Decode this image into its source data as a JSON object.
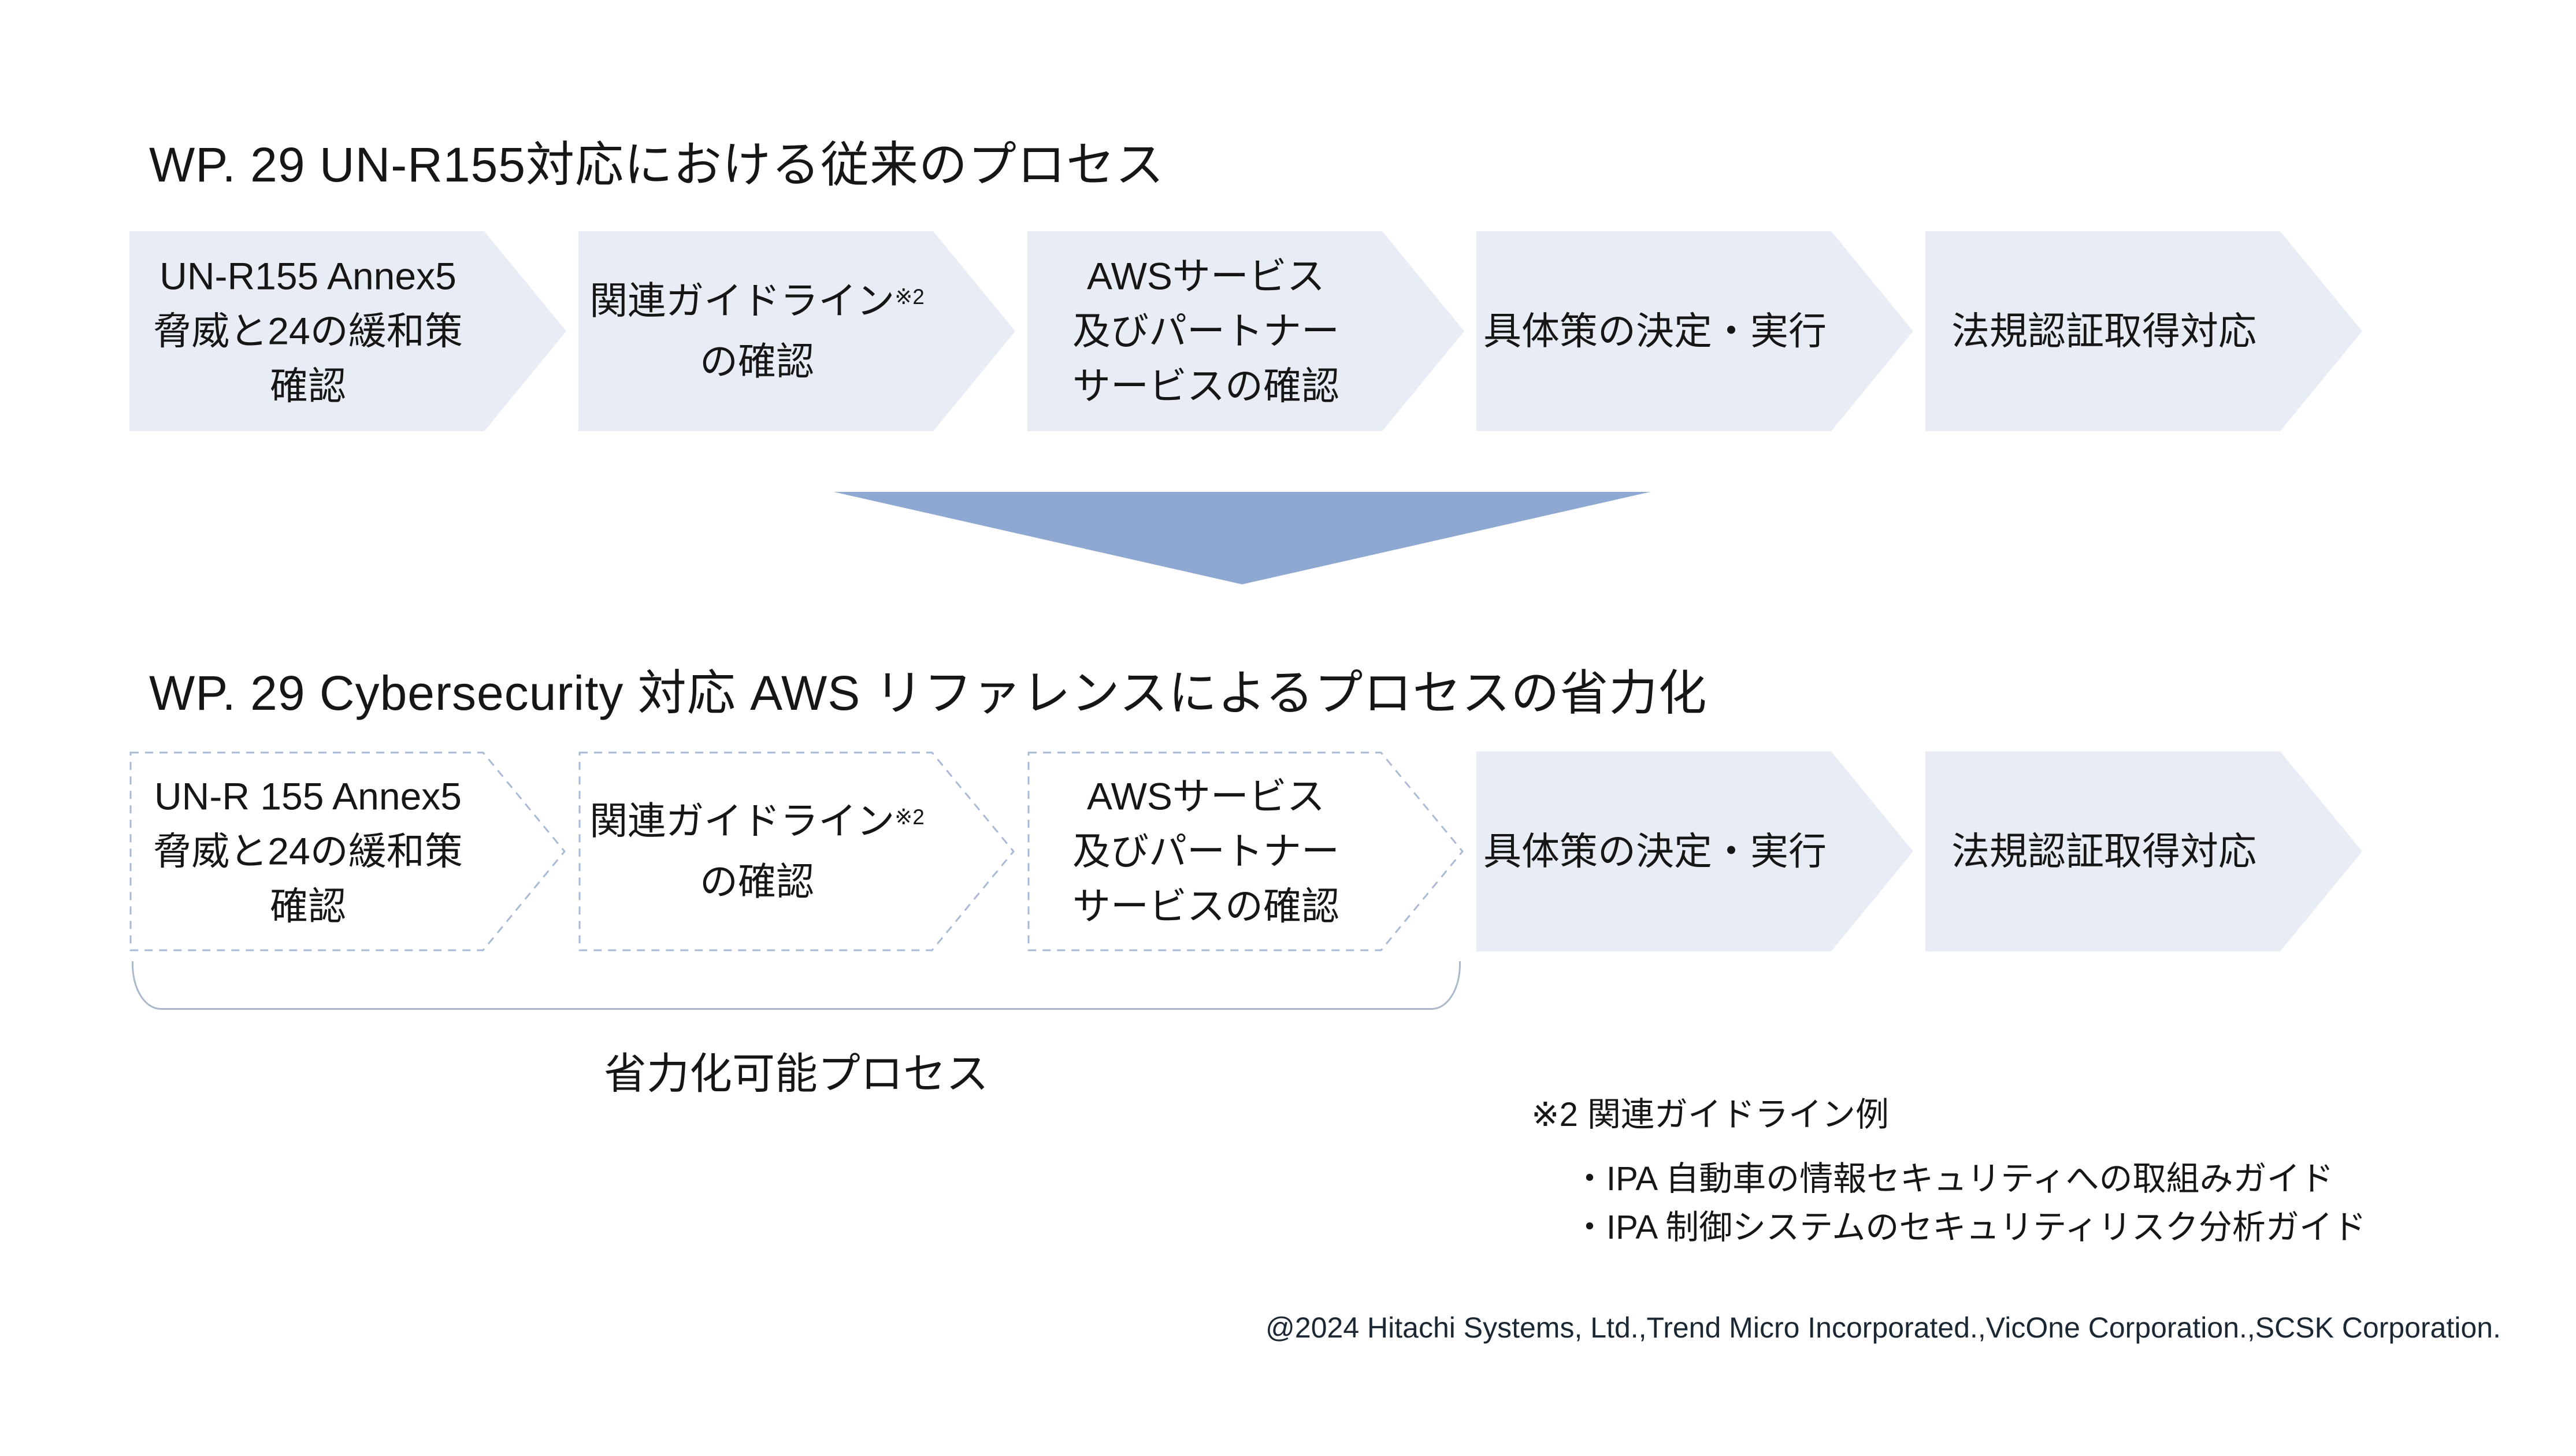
{
  "colors": {
    "step_fill": "#e8edf5",
    "dashed_border": "#a9bad6",
    "triangle": "#8ea8d2",
    "bracket": "#aab8cc",
    "text": "#161616",
    "copyright_text": "#1b2733"
  },
  "top_section": {
    "title": "WP. 29 UN-R155対応における従来のプロセス",
    "steps": [
      {
        "dashed": false,
        "lines": [
          {
            "text": "UN-R155 Annex5"
          },
          {
            "text": "脅威と24の緩和策"
          },
          {
            "text": "確認"
          }
        ]
      },
      {
        "dashed": false,
        "lines": [
          {
            "text": "関連ガイドライン",
            "sup": "※2"
          },
          {
            "text": "の確認"
          }
        ]
      },
      {
        "dashed": false,
        "lines": [
          {
            "text": "AWSサービス"
          },
          {
            "text": "及びパートナー"
          },
          {
            "text": "サービスの確認"
          }
        ]
      },
      {
        "dashed": false,
        "lines": [
          {
            "text": "具体策の決定・実行"
          }
        ]
      },
      {
        "dashed": false,
        "lines": [
          {
            "text": "法規認証取得対応"
          }
        ]
      }
    ]
  },
  "bottom_section": {
    "title": "WP. 29 Cybersecurity 対応 AWS リファレンスによるプロセスの省力化",
    "steps": [
      {
        "dashed": true,
        "lines": [
          {
            "text": "UN-R 155 Annex5"
          },
          {
            "text": "脅威と24の緩和策"
          },
          {
            "text": "確認"
          }
        ]
      },
      {
        "dashed": true,
        "lines": [
          {
            "text": "関連ガイドライン",
            "sup": "※2"
          },
          {
            "text": "の確認"
          }
        ]
      },
      {
        "dashed": true,
        "lines": [
          {
            "text": "AWSサービス"
          },
          {
            "text": "及びパートナー"
          },
          {
            "text": "サービスの確認"
          }
        ]
      },
      {
        "dashed": false,
        "lines": [
          {
            "text": "具体策の決定・実行"
          }
        ]
      },
      {
        "dashed": false,
        "lines": [
          {
            "text": "法規認証取得対応"
          }
        ]
      }
    ],
    "bracket_label": "省力化可能プロセス"
  },
  "footnote": {
    "heading": "※2 関連ガイドライン例",
    "items": [
      "・IPA 自動車の情報セキュリティへの取組みガイド",
      "・IPA 制御システムのセキュリティリスク分析ガイド"
    ]
  },
  "copyright": "@2024 Hitachi Systems, Ltd.,Trend Micro Incorporated.,VicOne Corporation.,SCSK Corporation."
}
